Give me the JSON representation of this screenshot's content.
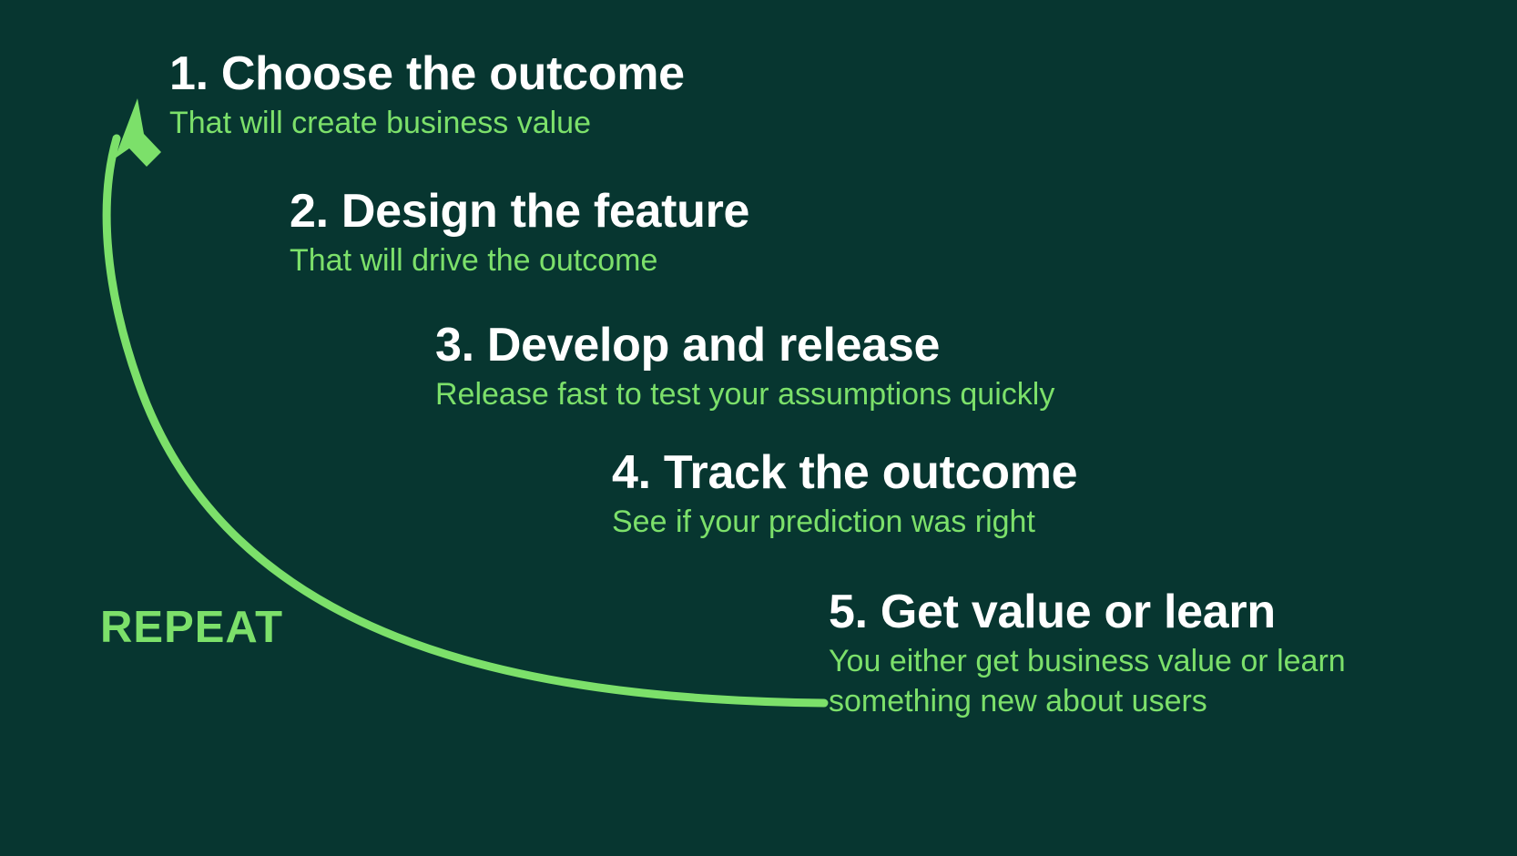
{
  "theme": {
    "background_color": "#073630",
    "title_color": "#ffffff",
    "accent_green": "#7ce06a"
  },
  "diagram": {
    "type": "cycle",
    "repeat_label": "REPEAT",
    "arrow": {
      "name": "repeat-loop-arrow",
      "color": "#7ce06a",
      "direction": "from step 5 back up to step 1"
    },
    "steps": [
      {
        "number": "1.",
        "title": "1. Choose the outcome",
        "subtitle": "That will create business value"
      },
      {
        "number": "2.",
        "title": "2. Design the feature",
        "subtitle": "That will drive the outcome"
      },
      {
        "number": "3.",
        "title": "3. Develop and release",
        "subtitle": "Release fast to test your assumptions quickly"
      },
      {
        "number": "4.",
        "title": "4. Track the outcome",
        "subtitle": "See if your prediction was right"
      },
      {
        "number": "5.",
        "title": "5. Get value or learn",
        "subtitle": "You either get business value or learn something new about users"
      }
    ]
  }
}
